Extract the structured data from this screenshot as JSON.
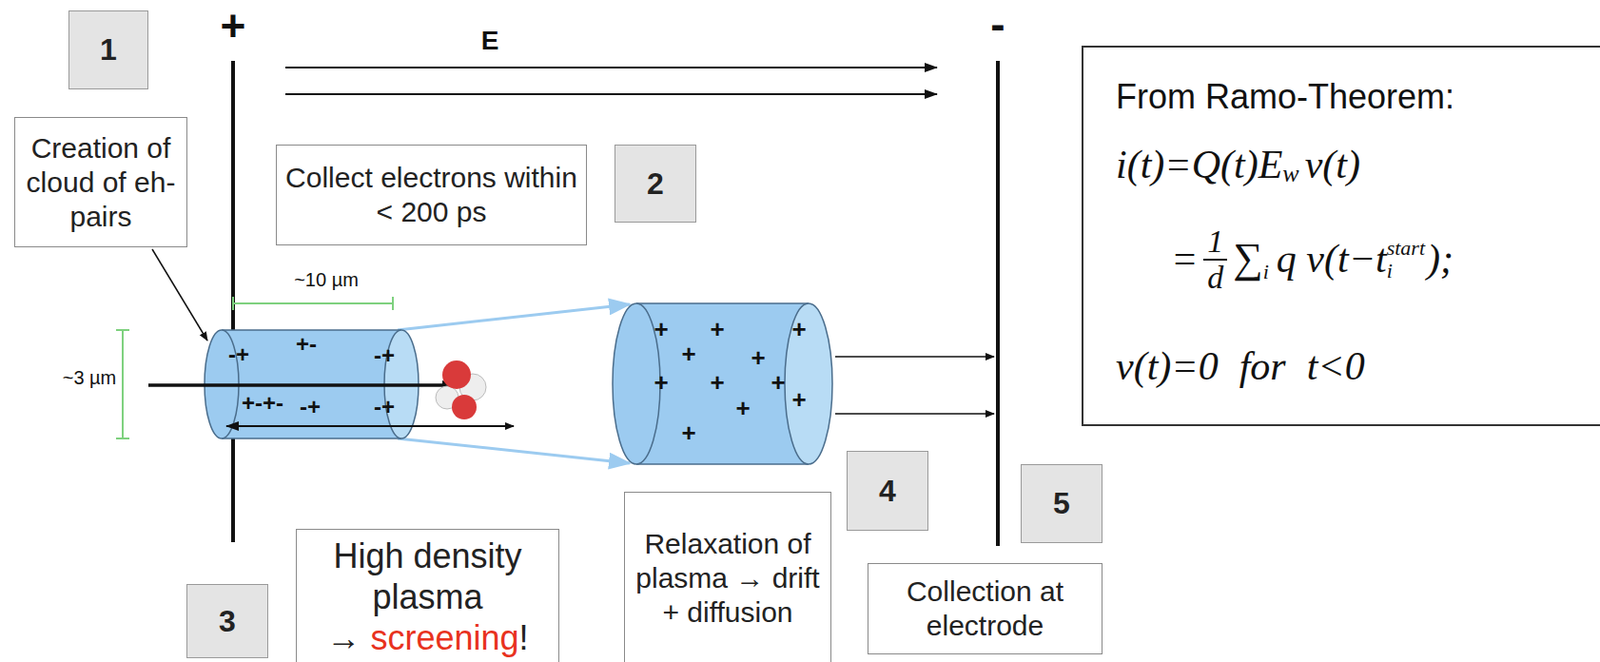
{
  "diagram": {
    "nodes": [
      {
        "text": [
          "1"
        ]
      },
      {
        "text": [
          "Creation of cloud of eh-pairs"
        ]
      },
      {
        "text": [
          "Collect electrons within < 200 ps"
        ]
      },
      {
        "text": [
          "2"
        ]
      },
      {
        "text": [
          "4"
        ]
      },
      {
        "text": [
          "5"
        ]
      },
      {
        "text": [
          "3"
        ]
      },
      {
        "text": [
          "High density plasma",
          "→",
          "screening",
          "!"
        ]
      },
      {
        "text": [
          "Relaxation of plasma → drift + diffusion"
        ]
      },
      {
        "text": [
          "Collection at electrode"
        ]
      },
      {
        "text": [
          "From Ramo-Theorem:",
          "i(t)=Q(t)E",
          "w",
          "v(t)",
          "=",
          "1",
          "d",
          "∑",
          "i",
          "q v(t−t",
          "i",
          "start",
          ");",
          "v(t)=0",
          "for",
          "t<0"
        ]
      }
    ],
    "labels": [
      "+",
      "-",
      "E",
      "~10 µm",
      "~3 µm",
      "-+",
      "+-",
      "+-+-",
      "-+",
      "-+",
      "-+",
      "+",
      "+",
      "+",
      "+",
      "+",
      "+",
      "+",
      "+",
      "+",
      "+",
      "+"
    ]
  }
}
